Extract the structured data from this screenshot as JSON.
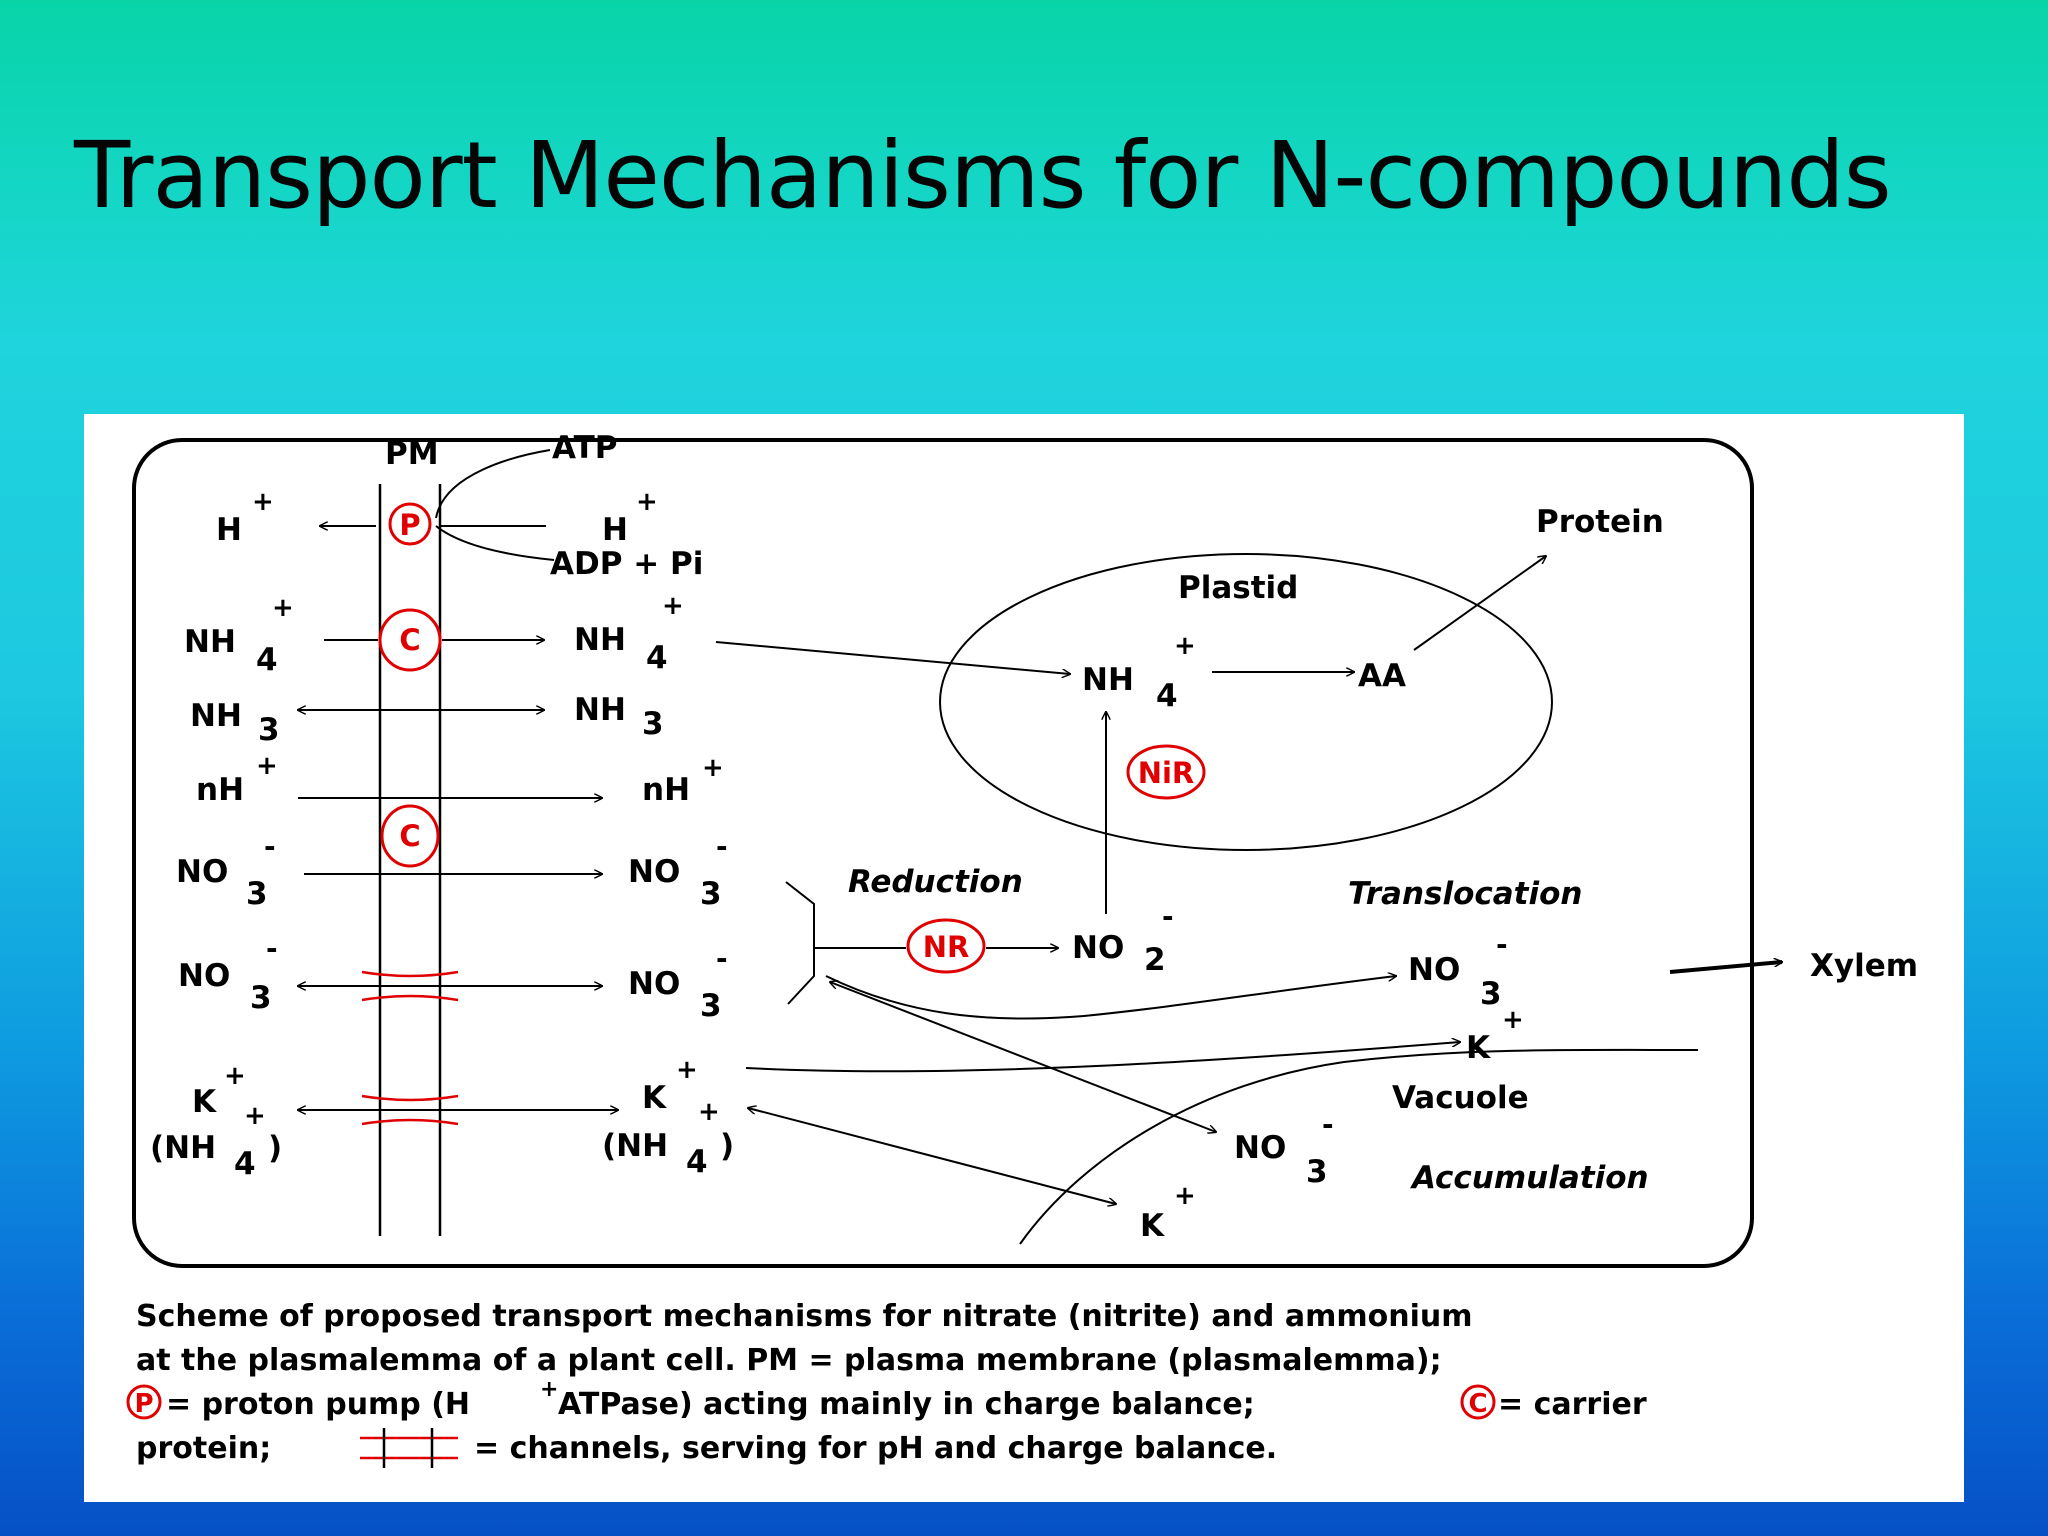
{
  "title": "Transport Mechanisms for N-compounds",
  "colors": {
    "accent": "#e00000",
    "ink": "#000000",
    "panel": "#ffffff"
  },
  "labels": {
    "pm": "PM",
    "atp": "ATP",
    "adp_pi": "ADP + Pi",
    "protein": "Protein",
    "plastid": "Plastid",
    "aa": "AA",
    "reduction": "Reduction",
    "translocation": "Translocation",
    "xylem": "Xylem",
    "vacuole": "Vacuole",
    "accumulation": "Accumulation",
    "pump_p": "P",
    "carrier_c": "C",
    "nir": "NiR",
    "nr": "NR"
  },
  "species": {
    "h": "H",
    "nh": "NH",
    "nh_open": "(NH",
    "no": "NO",
    "nh3_main": "NH",
    "nh3_sub": "3",
    "nh_n": "nH",
    "k": "K",
    "sub4": "4",
    "sub3": "3",
    "sub2": "2",
    "plus": "+",
    "minus": "-",
    "close_paren": ")"
  },
  "caption": {
    "line1": "Scheme of proposed transport mechanisms for nitrate (nitrite) and ammonium",
    "line2": "at the plasmalemma of a plant cell. PM = plasma membrane (plasmalemma);",
    "line3_a": "= proton pump (H",
    "line3_sup": "+",
    "line3_b": "ATPase) acting mainly in charge balance;",
    "line3_c": "= carrier",
    "line4_a": "protein;",
    "line4_b": "=  channels, serving for pH and charge balance."
  }
}
